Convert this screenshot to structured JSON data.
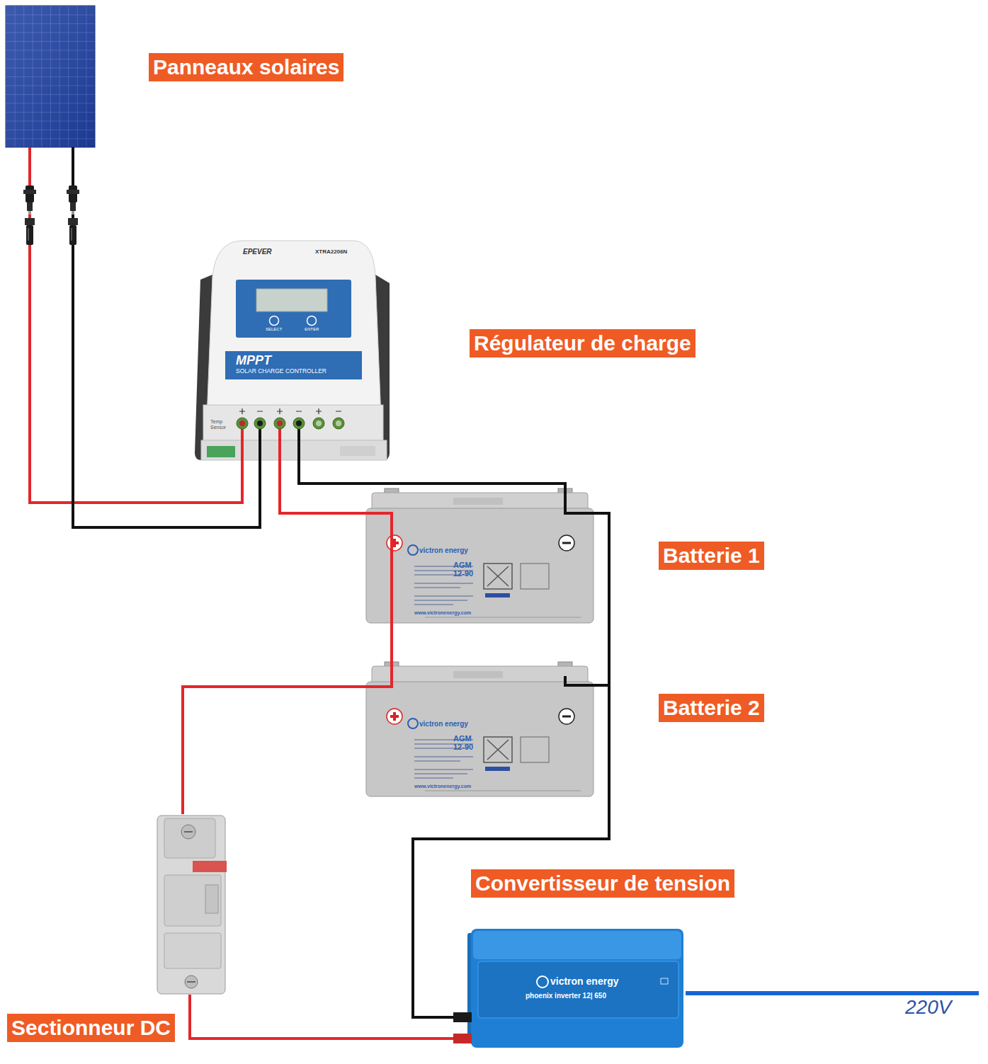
{
  "diagram": {
    "nodes": [
      {
        "text": [
          "Panneaux solaires"
        ]
      },
      {
        "text": [
          "Régulateur de charge"
        ]
      },
      {
        "text": [
          "Batterie 1"
        ]
      },
      {
        "text": [
          "Batterie 2"
        ]
      },
      {
        "text": [
          "Convertisseur de tension"
        ]
      },
      {
        "text": [
          "Sectionneur DC"
        ]
      }
    ],
    "edges": [
      {
        "from": 0,
        "to": 1,
        "arrow": "none"
      },
      {
        "from": 0,
        "to": 1,
        "arrow": "none"
      },
      {
        "from": 1,
        "to": 2,
        "arrow": "none"
      },
      {
        "from": 1,
        "to": 2,
        "arrow": "none"
      },
      {
        "from": 2,
        "to": 3,
        "arrow": "none"
      },
      {
        "from": 2,
        "to": 3,
        "arrow": "none"
      },
      {
        "from": 3,
        "to": 5,
        "arrow": "none"
      },
      {
        "from": 3,
        "to": 4,
        "arrow": "none"
      },
      {
        "from": 5,
        "to": 4,
        "arrow": "none"
      }
    ],
    "labels": [
      "EPEVER",
      "XTRA2206N",
      "SELECT",
      "ENTER",
      "MPPT",
      "SOLAR CHARGE CONTROLLER",
      "Temp Sensor",
      "victron energy",
      "AGM 12-90",
      "www.victronenergy.com",
      "victron energy",
      "AGM 12-90",
      "www.victronenergy.com",
      "victron energy",
      "phoenix inverter 12| 650",
      "220V"
    ]
  }
}
